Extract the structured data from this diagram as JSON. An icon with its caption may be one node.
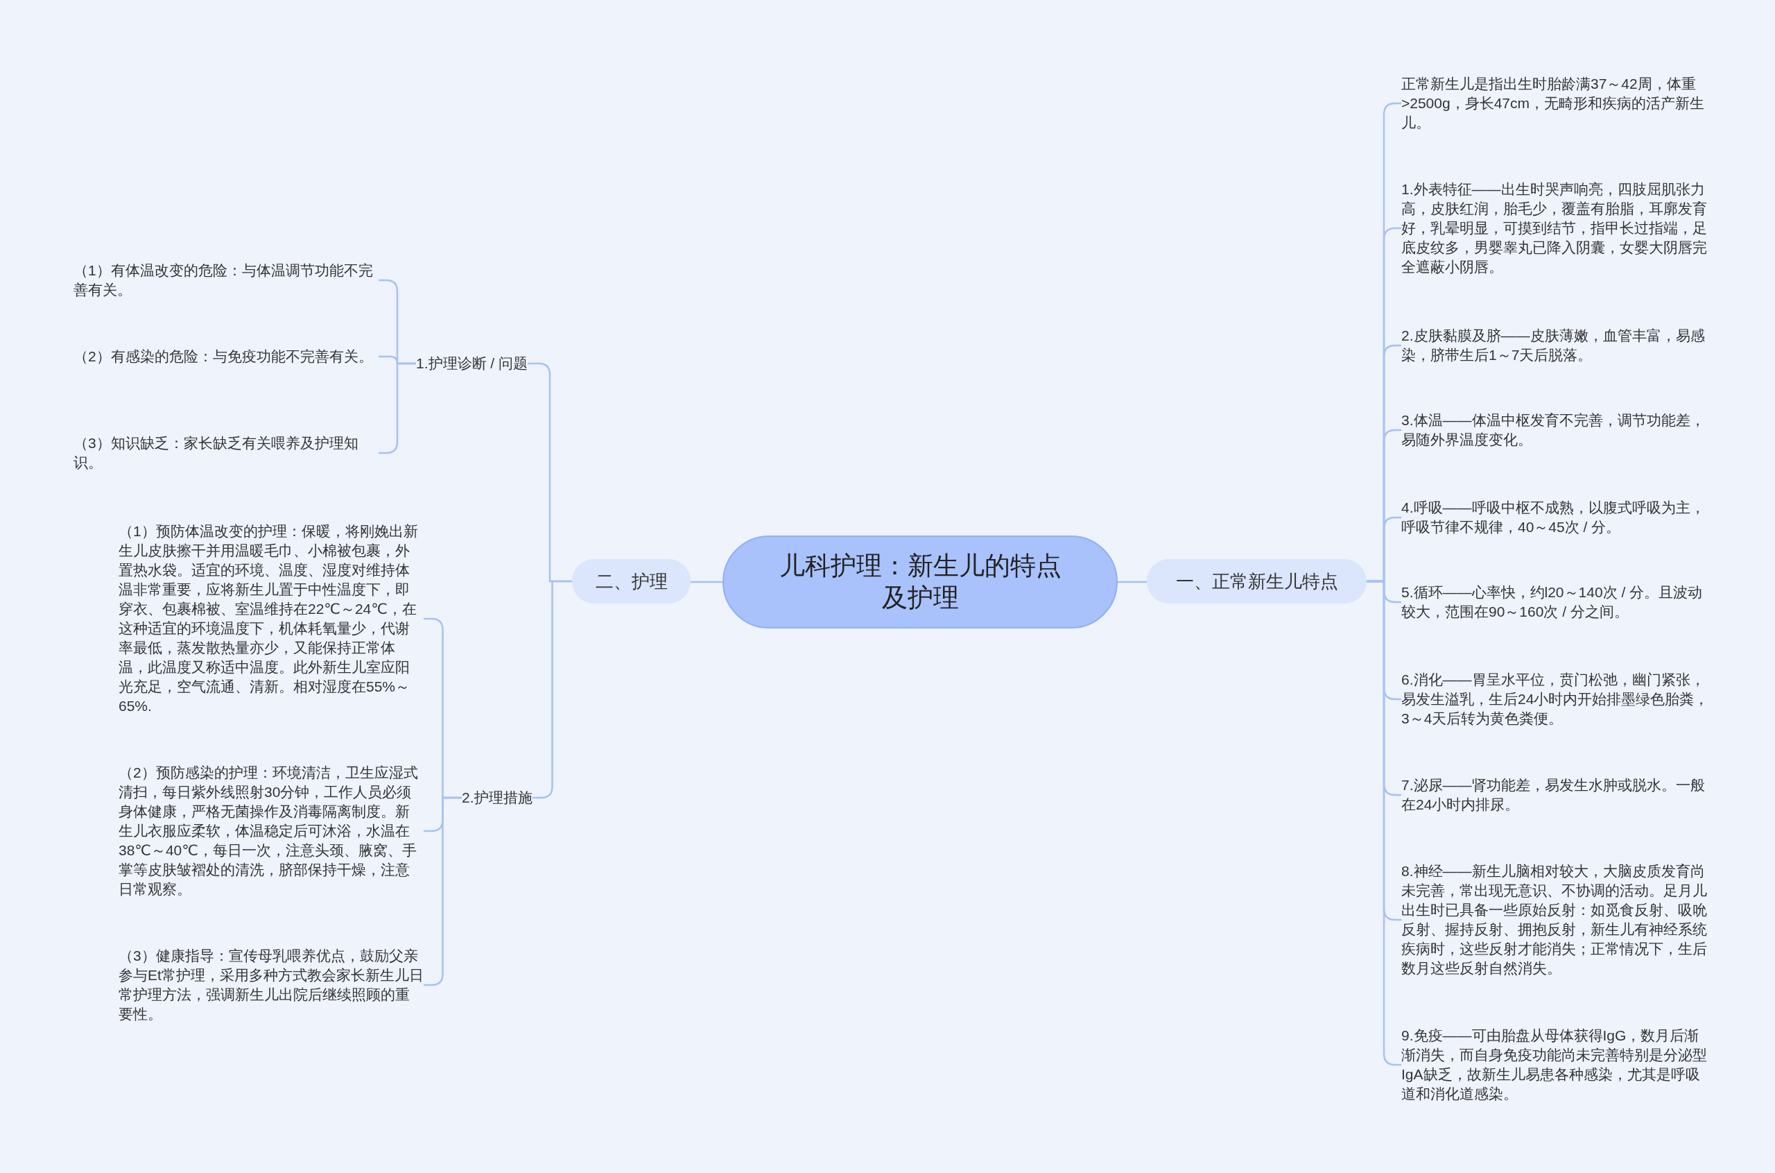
{
  "diagram": {
    "nodes": [
      {
        "text": [
          "儿科护理：新生儿的特点及护理"
        ]
      },
      {
        "text": [
          "二、护理"
        ]
      },
      {
        "text": [
          "1.护理诊断 / 问题"
        ]
      },
      {
        "text": [
          "（1）有体温改变的危险：与体温调节功能不完善有关。"
        ]
      },
      {
        "text": [
          "（2）有感染的危险：与免疫功能不完善有关。"
        ]
      },
      {
        "text": [
          "（3）知识缺乏：家长缺乏有关喂养及护理知识。"
        ]
      },
      {
        "text": [
          "2.护理措施"
        ]
      },
      {
        "text": [
          "（1）预防体温改变的护理：保暖，将刚娩出新生儿皮肤擦干并用温暖毛巾、小棉被包裹，外置热水袋。适宜的环境、温度、湿度对维持体温非常重要，应将新生儿置于中性温度下，即穿衣、包裹棉被、室温维持在22℃～24℃，在这种适宜的环境温度下，机体耗氧量少，代谢率最低，蒸发散热量亦少，又能保持正常体温，此温度又称适中温度。此外新生儿室应阳光充足，空气流通、清新。相对湿度在55%～65%."
        ]
      },
      {
        "text": [
          "（2）预防感染的护理：环境清洁，卫生应湿式清扫，每日紫外线照射30分钟，工作人员必须身体健康，严格无菌操作及消毒隔离制度。新生儿衣服应柔软，体温稳定后可沐浴，水温在38℃～40℃，每日一次，注意头颈、腋窝、手掌等皮肤皱褶处的清洗，脐部保持干燥，注意日常观察。"
        ]
      },
      {
        "text": [
          "（3）健康指导：宣传母乳喂养优点，鼓励父亲参与Et常护理，采用多种方式教会家长新生儿日常护理方法，强调新生儿出院后继续照顾的重要性。"
        ]
      },
      {
        "text": [
          "一、正常新生儿特点"
        ]
      },
      {
        "text": [
          "正常新生儿是指出生时胎龄满37～42周，体重>2500g，身长47cm，无畸形和疾病的活产新生儿。"
        ]
      },
      {
        "text": [
          "1.外表特征——出生时哭声响亮，四肢屈肌张力高，皮肤红润，胎毛少，覆盖有胎脂，耳廓发育好，乳晕明显，可摸到结节，指甲长过指端，足底皮纹多，男婴睾丸已降入阴囊，女婴大阴唇完全遮蔽小阴唇。"
        ]
      },
      {
        "text": [
          "2.皮肤黏膜及脐——皮肤薄嫩，血管丰富，易感染，脐带生后1～7天后脱落。"
        ]
      },
      {
        "text": [
          "3.体温——体温中枢发育不完善，调节功能差，易随外界温度变化。"
        ]
      },
      {
        "text": [
          "4.呼吸——呼吸中枢不成熟，以腹式呼吸为主，呼吸节律不规律，40～45次 / 分。"
        ]
      },
      {
        "text": [
          "5.循环——心率快，约l20～140次 / 分。且波动较大，范围在90～160次 / 分之间。"
        ]
      },
      {
        "text": [
          "6.消化——胃呈水平位，贲门松弛，幽门紧张，易发生溢乳，生后24小时内开始排墨绿色胎粪，3～4天后转为黄色粪便。"
        ]
      },
      {
        "text": [
          "7.泌尿——肾功能差，易发生水肿或脱水。一般在24小时内排尿。"
        ]
      },
      {
        "text": [
          "8.神经——新生儿脑相对较大，大脑皮质发育尚未完善，常出现无意识、不协调的活动。足月儿出生时已具备一些原始反射：如觅食反射、吸吮反射、握持反射、拥抱反射，新生儿有神经系统疾病时，这些反射才能消失；正常情况下，生后数月这些反射自然消失。"
        ]
      },
      {
        "text": [
          "9.免疫——可由胎盘从母体获得IgG，数月后渐渐消失，而自身免疫功能尚未完善特别是分泌型IgA缺乏，故新生儿易患各种感染，尤其是呼吸道和消化道感染。"
        ]
      }
    ],
    "edges": [
      {
        "from": 0,
        "to": 1,
        "arrow": "none"
      },
      {
        "from": 1,
        "to": 2,
        "arrow": "none"
      },
      {
        "from": 2,
        "to": 3,
        "arrow": "none"
      },
      {
        "from": 2,
        "to": 4,
        "arrow": "none"
      },
      {
        "from": 2,
        "to": 5,
        "arrow": "none"
      },
      {
        "from": 1,
        "to": 6,
        "arrow": "none"
      },
      {
        "from": 6,
        "to": 7,
        "arrow": "none"
      },
      {
        "from": 6,
        "to": 8,
        "arrow": "none"
      },
      {
        "from": 6,
        "to": 9,
        "arrow": "none"
      },
      {
        "from": 0,
        "to": 10,
        "arrow": "none"
      },
      {
        "from": 10,
        "to": 11,
        "arrow": "none"
      },
      {
        "from": 10,
        "to": 12,
        "arrow": "none"
      },
      {
        "from": 10,
        "to": 13,
        "arrow": "none"
      },
      {
        "from": 10,
        "to": 14,
        "arrow": "none"
      },
      {
        "from": 10,
        "to": 15,
        "arrow": "none"
      },
      {
        "from": 10,
        "to": 16,
        "arrow": "none"
      },
      {
        "from": 10,
        "to": 17,
        "arrow": "none"
      },
      {
        "from": 10,
        "to": 18,
        "arrow": "none"
      },
      {
        "from": 10,
        "to": 19,
        "arrow": "none"
      },
      {
        "from": 10,
        "to": 20,
        "arrow": "none"
      }
    ]
  }
}
